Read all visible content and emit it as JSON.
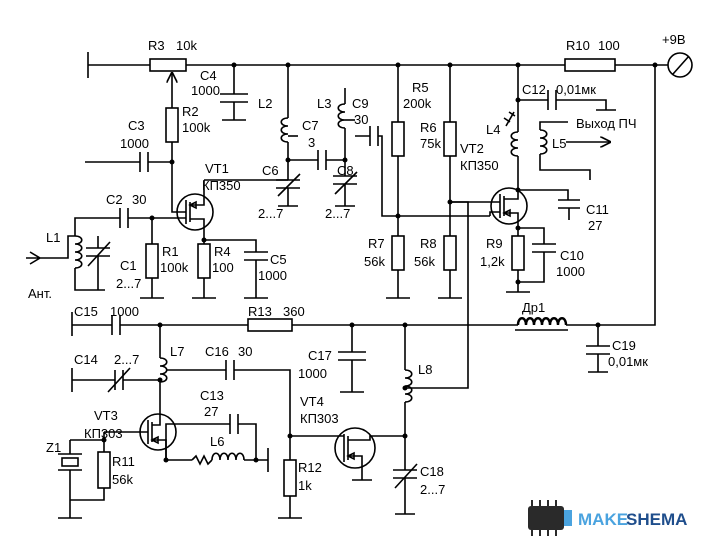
{
  "labels": {
    "r3": "R3",
    "r3_val": "10k",
    "c4": "C4",
    "c4_val": "1000",
    "r2": "R2",
    "r2_val": "100k",
    "l2": "L2",
    "l3": "L3",
    "c7": "C7",
    "c7_val": "3",
    "c9": "C9",
    "c9_val": "30",
    "r5": "R5",
    "r5_val": "200k",
    "r6": "R6",
    "r6_val": "75k",
    "r10": "R10",
    "r10_val": "100",
    "supply": "+9В",
    "c12": "C12",
    "c12_val": "0,01мк",
    "l4": "L4",
    "l5": "L5",
    "if_out": "Выход ПЧ",
    "c3": "C3",
    "c3_val": "1000",
    "vt1": "VT1",
    "vt1_type": "КП350",
    "vt2": "VT2",
    "vt2_type": "КП350",
    "c6": "C6",
    "c6_val": "2...7",
    "c8": "C8",
    "c8_val": "2...7",
    "c2": "C2",
    "c2_val": "30",
    "l1": "L1",
    "c1": "C1",
    "c1_val": "2...7",
    "ant": "Ант.",
    "r1": "R1",
    "r1_val": "100k",
    "r4": "R4",
    "r4_val": "100",
    "c5": "C5",
    "c5_val": "1000",
    "r7": "R7",
    "r7_val": "56k",
    "r8": "R8",
    "r8_val": "56k",
    "c11": "C11",
    "c11_val": "27",
    "r9": "R9",
    "r9_val": "1,2k",
    "c10": "C10",
    "c10_val": "1000",
    "c15": "C15",
    "c15_val": "1000",
    "r13": "R13",
    "r13_val": "360",
    "dr1": "Др1",
    "c19": "C19",
    "c19_val": "0,01мк",
    "c14": "C14",
    "c14_val": "2...7",
    "l7": "L7",
    "c16": "C16",
    "c16_val": "30",
    "c17": "C17",
    "c17_val": "1000",
    "l8": "L8",
    "c13": "C13",
    "c13_val": "27",
    "vt3": "VT3",
    "vt3_type": "КП303",
    "vt4": "VT4",
    "vt4_type": "КП303",
    "l6": "L6",
    "z1": "Z1",
    "r11": "R11",
    "r11_val": "56k",
    "r12": "R12",
    "r12_val": "1k",
    "c18": "C18",
    "c18_val": "2...7"
  },
  "watermark": {
    "text_a": "MAKE",
    "text_b": "SHEMA",
    "color_a": "#4aa3df",
    "color_b": "#1f4e8c"
  }
}
